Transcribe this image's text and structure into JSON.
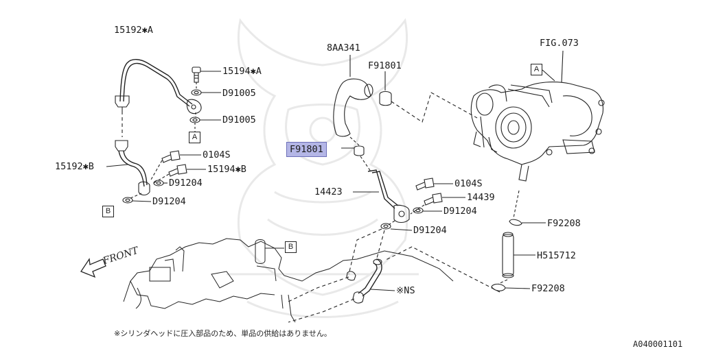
{
  "diagram": {
    "part_labels": {
      "p15192a": "15192✱A",
      "p15194a": "15194✱A",
      "d91005_1": "D91005",
      "d91005_2": "D91005",
      "p0104s_1": "0104S",
      "p15194b": "15194✱B",
      "p15192b": "15192✱B",
      "d91204_1": "D91204",
      "d91204_2": "D91204",
      "p8aa341": "8AA341",
      "f91801_top": "F91801",
      "f91801_sel": "F91801",
      "p14423": "14423",
      "p0104s_2": "0104S",
      "p14439": "14439",
      "d91204_3": "D91204",
      "d91204_4": "D91204",
      "fig073": "FIG.073",
      "f92208_1": "F92208",
      "h515712": "H515712",
      "f92208_2": "F92208",
      "ns": "※NS"
    },
    "ref_boxes": {
      "a_top": "A",
      "a_left": "A",
      "b_left": "B",
      "b_mid": "B"
    },
    "front_label": "FRONT",
    "footnote": "※シリンダヘッドに圧入部品のため、単品の供給はありません。",
    "diagram_code": "A040001101",
    "highlight_color": "#b4b6e6"
  }
}
